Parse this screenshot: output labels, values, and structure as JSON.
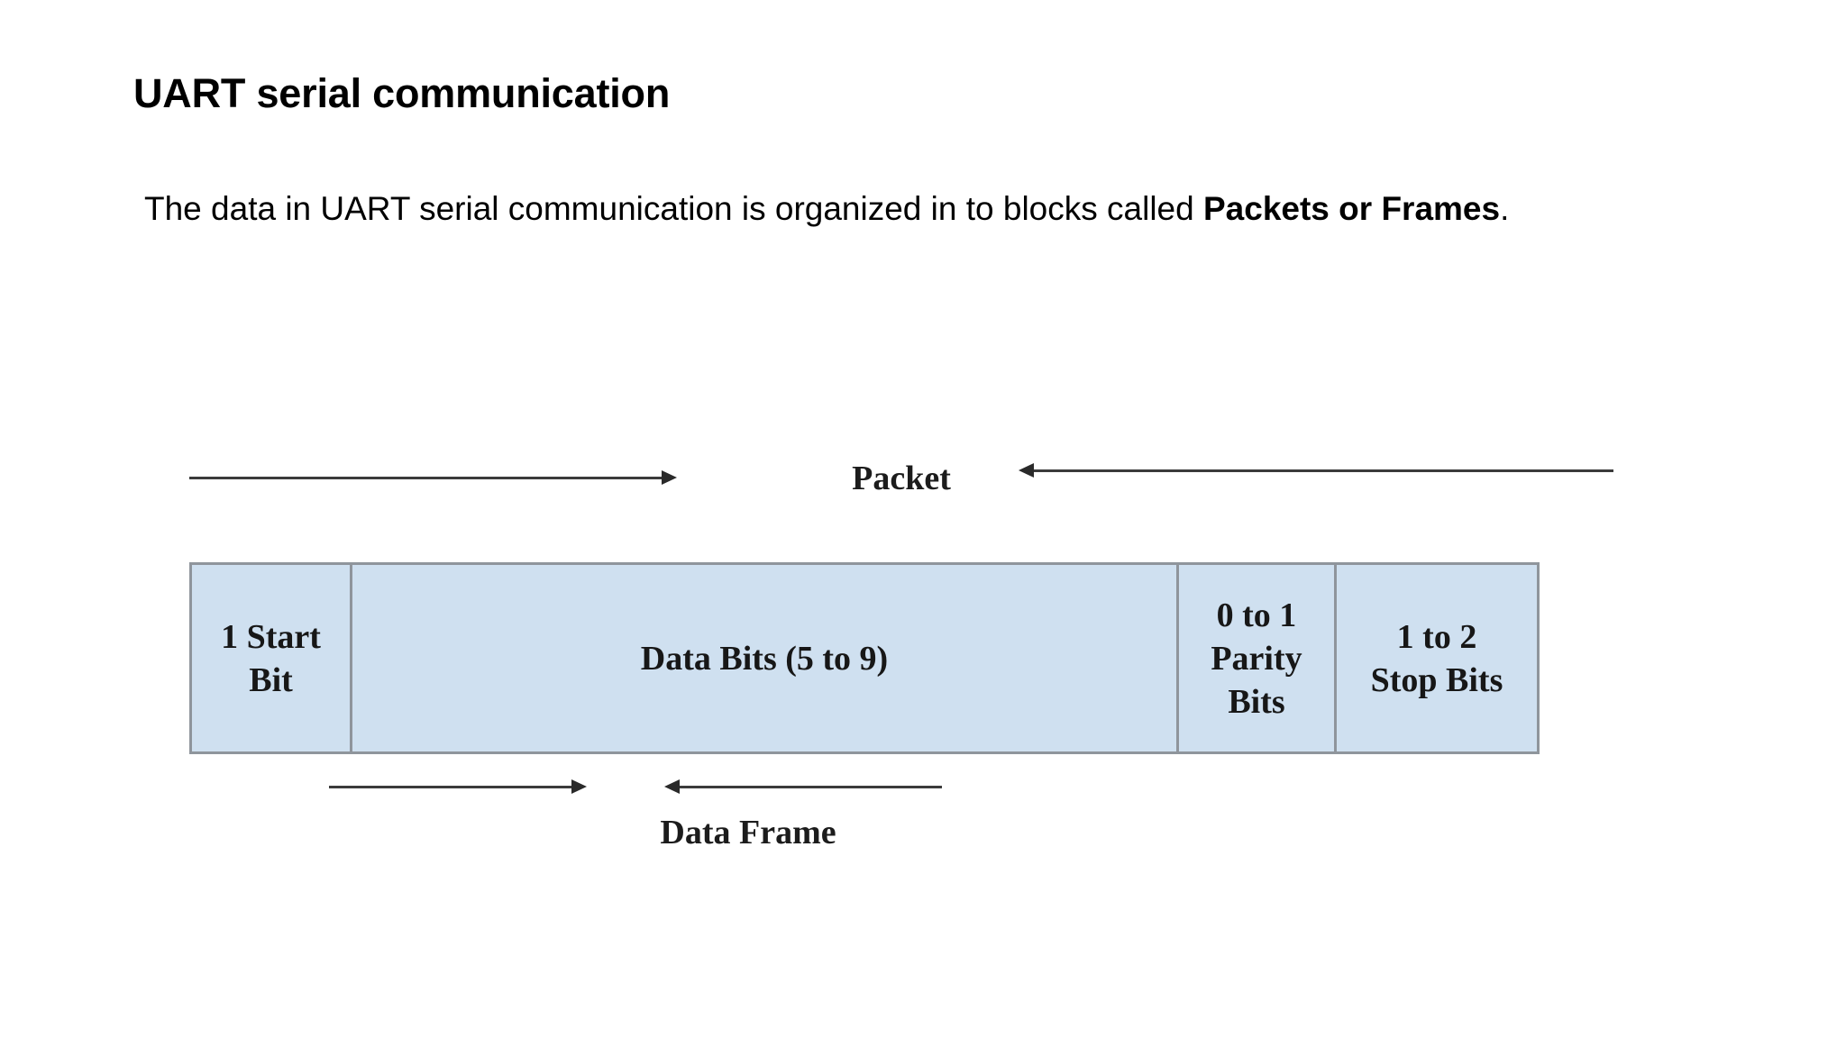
{
  "slide": {
    "title": "UART serial communication",
    "body": {
      "text_before_bold": "The data in UART serial communication is organized in to blocks called ",
      "bold_text": "Packets or Frames",
      "text_after_bold": "."
    }
  },
  "diagram": {
    "packet_label": "Packet",
    "frame_label": "Data Frame",
    "arrows": {
      "packet_left": "arrow-right-icon",
      "packet_right": "arrow-left-icon",
      "frame_left": "arrow-right-icon",
      "frame_right": "arrow-left-icon"
    },
    "cells": [
      {
        "name": "start-bit",
        "lines": [
          "1 Start",
          "Bit"
        ]
      },
      {
        "name": "data-bits",
        "lines": [
          "Data Bits (5 to 9)"
        ]
      },
      {
        "name": "parity-bits",
        "lines": [
          "0 to 1",
          "Parity",
          "Bits"
        ]
      },
      {
        "name": "stop-bits",
        "lines": [
          "1 to 2",
          "Stop Bits"
        ]
      }
    ],
    "colors": {
      "cell_fill": "#cfe0f0",
      "cell_border": "#8f959c",
      "arrow": "#3b3b3b",
      "text": "#171717"
    }
  }
}
